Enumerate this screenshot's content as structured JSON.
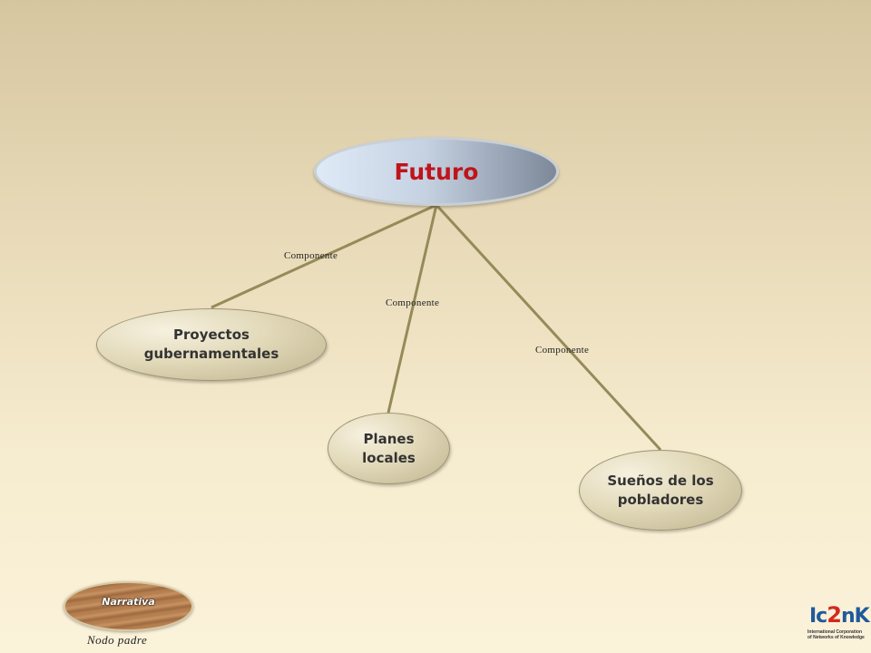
{
  "diagram": {
    "root": {
      "label": "Futuro"
    },
    "children": [
      {
        "label": "Proyectos gubernamentales",
        "edge_label": "Componente"
      },
      {
        "label": "Planes locales",
        "edge_label": "Componente"
      },
      {
        "label": "Sueños de los pobladores",
        "edge_label": "Componente"
      }
    ]
  },
  "parent_node": {
    "label": "Narrativa",
    "caption": "Nodo padre"
  },
  "logo": {
    "text_main_a": "Ic",
    "text_main_b": "2",
    "text_main_c": "nK",
    "line1": "International Corporation",
    "line2": "of Networks of Knowledge"
  },
  "colors": {
    "edge": "#958a59",
    "root_text": "#c0141b"
  }
}
